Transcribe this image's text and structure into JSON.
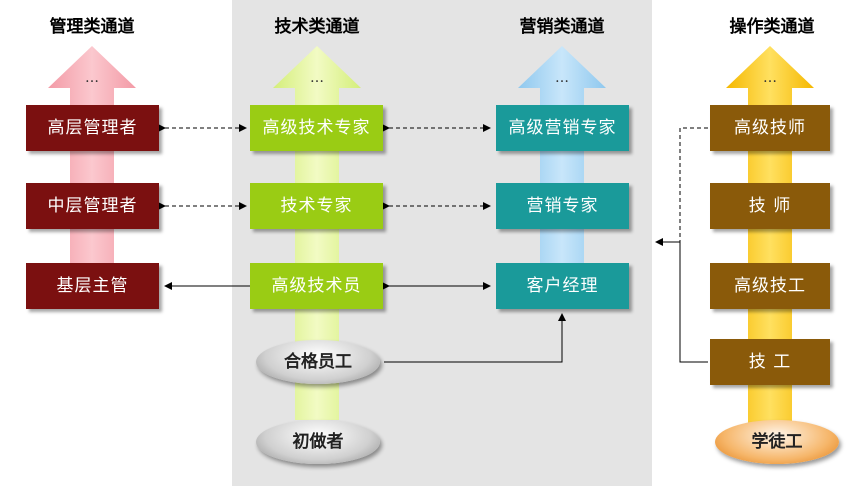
{
  "columns": {
    "management": {
      "title": "管理类通道",
      "top": "…",
      "levels": [
        "高层管理者",
        "中层管理者",
        "基层主管"
      ]
    },
    "technical": {
      "title": "技术类通道",
      "top": "…",
      "levels": [
        "高级技术专家",
        "技术专家",
        "高级技术员"
      ],
      "entry": [
        "合格员工",
        "初做者"
      ]
    },
    "marketing": {
      "title": "营销类通道",
      "top": "…",
      "levels": [
        "高级营销专家",
        "营销专家",
        "客户经理"
      ]
    },
    "operations": {
      "title": "操作类通道",
      "top": "…",
      "levels": [
        "高级技师",
        "技 师",
        "高级技工",
        "技 工"
      ],
      "entry": "学徒工"
    }
  },
  "colors": {
    "management": "#7b1010",
    "management_arrow": "#f6aeb6",
    "technical": "#9acc14",
    "technical_arrow": "#e6f79a",
    "marketing": "#1a9a9a",
    "marketing_arrow": "#a8d8f4",
    "operations": "#8a5a0a",
    "operations_arrow": "#f8c820"
  }
}
